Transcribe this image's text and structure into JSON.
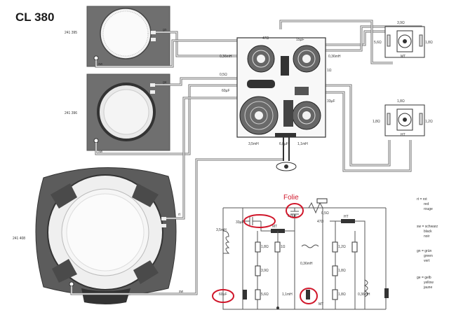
{
  "title": "CL 380",
  "annotation": "Folie",
  "parts": {
    "speaker1": "241 395",
    "speaker2": "241 396",
    "speaker3": "241 408"
  },
  "terminals": {
    "gn": "gn",
    "sw": "sw",
    "ge": "ge",
    "rt": "rt"
  },
  "crossover_labels": {
    "l1": "0,36mH",
    "l2": "0,36mH",
    "l3": "3,5mH",
    "l4": "1,1mH",
    "r1": "0,5Ω",
    "r2": "47Ω",
    "c1": "15µF",
    "c2": "60µF",
    "c3": "33µF",
    "c4": "6,8µF",
    "r3": "1Ω"
  },
  "tweeters": {
    "mt": "MT",
    "ht": "HT",
    "mt_r1": "3,9Ω",
    "mt_r2": "5,6Ω",
    "mt_r3": "1,8Ω",
    "ht_r1": "1,8Ω",
    "ht_r2": "1,8Ω",
    "ht_r3": "1,2Ω"
  },
  "schematic": {
    "c33": "33µF",
    "c68": "6,8µF",
    "r05": "0,5Ω",
    "r47": "47Ω",
    "l35": "3,5mH",
    "mt": "MT",
    "ht": "HT",
    "r18a": "1,8Ω",
    "r1": "1Ω",
    "r39": "3,9Ω",
    "l036": "0,36mH",
    "r56": "5,6Ω",
    "l11": "1,1mH",
    "r12": "1,2Ω",
    "r18b": "1,8Ω",
    "r18c": "1,8Ω",
    "l036b": "0,36mH",
    "c60": "60µF",
    "mt_label": "MT"
  },
  "legend": [
    [
      "rt = rot",
      "red",
      "rouge"
    ],
    [
      "sw = schwarz",
      "black",
      "noir"
    ],
    [
      "gn = grün",
      "green",
      "vert"
    ],
    [
      "ge = gelb",
      "yellow",
      "jaune"
    ]
  ]
}
